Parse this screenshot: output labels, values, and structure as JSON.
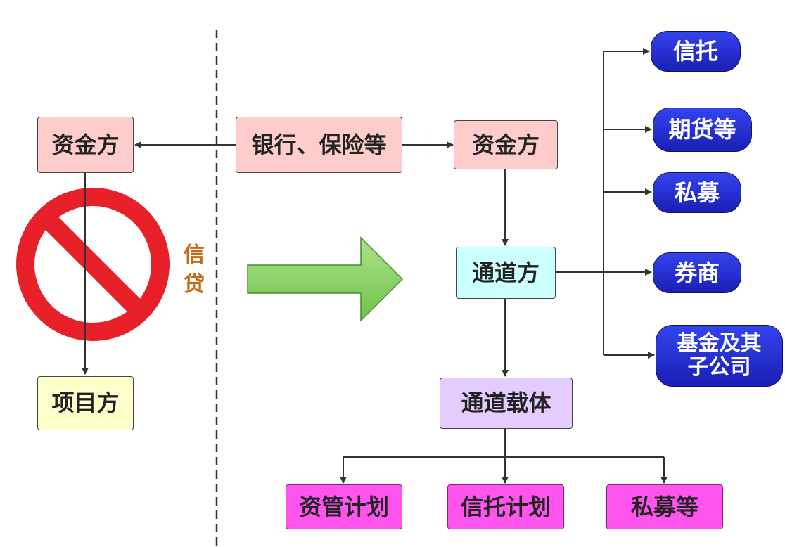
{
  "colors": {
    "edge": "#333333",
    "funder_fill": "#ffcccc",
    "project_fill": "#ffffcc",
    "channel_fill": "#ccffff",
    "carrier_fill": "#e5ccff",
    "product_fill": "#ff55ee",
    "institution_fill": "#2233dd",
    "credit_label": "#c46a14",
    "forbidden_red": "#e8202a",
    "arrow_green": "#8fd66a"
  },
  "left": {
    "funder": "资金方",
    "project": "项目方",
    "credit_label": "信贷"
  },
  "right": {
    "source": "银行、保险等",
    "funder": "资金方",
    "channel": "通道方",
    "carrier": "通道载体",
    "products": [
      "资管计划",
      "信托计划",
      "私募等"
    ],
    "institutions": [
      "信托",
      "期货等",
      "私募",
      "券商",
      "基金及其\n子公司"
    ]
  },
  "icons": {
    "forbidden": "no-entry-icon",
    "transition": "big-right-arrow-icon"
  }
}
